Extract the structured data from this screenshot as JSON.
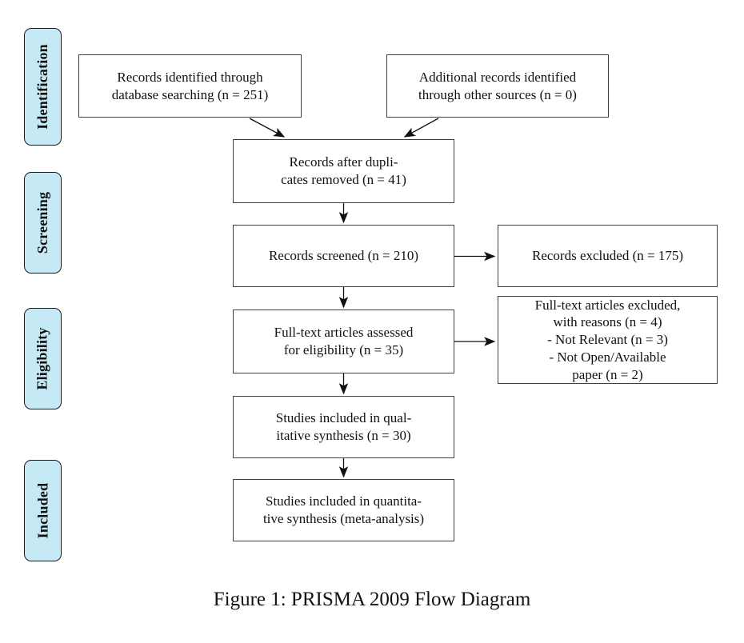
{
  "diagram": {
    "caption": "Figure 1: PRISMA 2009 Flow Diagram",
    "stages": [
      {
        "label": "Identification"
      },
      {
        "label": "Screening"
      },
      {
        "label": "Eligibility"
      },
      {
        "label": "Included"
      }
    ],
    "boxes": {
      "records_identified": {
        "text": "Records identified through\ndatabase searching (n = 251)"
      },
      "additional_records": {
        "text": "Additional records identified\nthrough other sources (n = 0)"
      },
      "duplicates_removed": {
        "text": "Records after dupli-\ncates removed (n = 41)"
      },
      "records_screened": {
        "text": "Records screened (n = 210)"
      },
      "records_excluded": {
        "text": "Records excluded (n = 175)"
      },
      "fulltext_assessed": {
        "text": "Full-text articles assessed\nfor eligibility (n = 35)"
      },
      "fulltext_excluded": {
        "text": "Full-text articles excluded,\nwith reasons (n = 4)\n- Not Relevant (n = 3)\n- Not Open/Available\npaper (n = 2)"
      },
      "qualitative_included": {
        "text": "Studies included in qual-\nitative synthesis (n = 30)"
      },
      "quantitative_included": {
        "text": "Studies included in quantita-\ntive synthesis (meta-analysis)"
      }
    }
  },
  "colors": {
    "stage_fill": "#c6e9f6",
    "stage_border": "#1b1b1b",
    "flow_box_border": "#404040",
    "flow_box_fill": "#ffffff",
    "arrow": "#111111",
    "text": "#111111",
    "background": "#ffffff"
  }
}
